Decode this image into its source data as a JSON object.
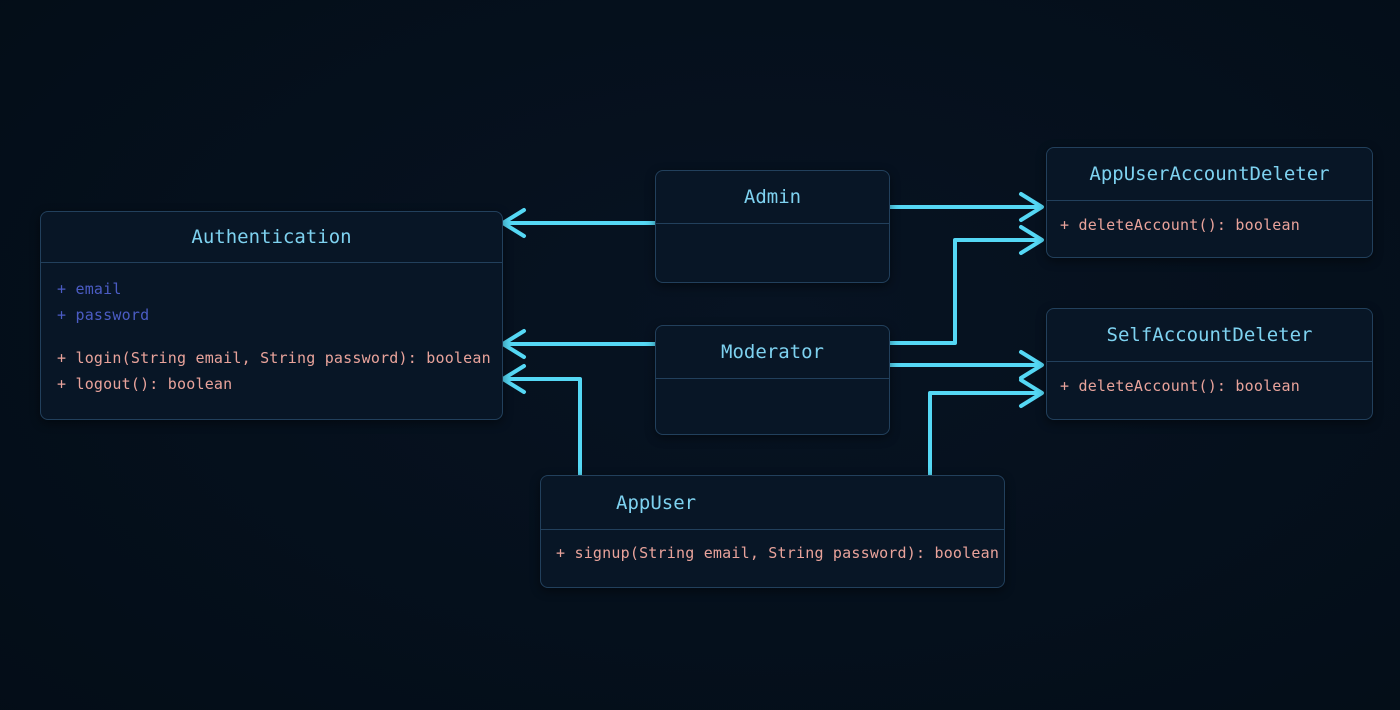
{
  "diagram_type": "uml-class-diagram",
  "colors": {
    "background": "#040e19",
    "box_fill": "#081626",
    "box_border": "#22405c",
    "title_text": "#7ed2f0",
    "attribute_text": "#4b5cc4",
    "method_text": "#e9a39b",
    "arrow": "#55d8f5"
  },
  "classes": [
    {
      "name": "Authentication",
      "attributes": [
        "+ email",
        "+ password"
      ],
      "methods": [
        "+ login(String email, String password): boolean",
        "+ logout(): boolean"
      ]
    },
    {
      "name": "Admin",
      "attributes": [],
      "methods": []
    },
    {
      "name": "Moderator",
      "attributes": [],
      "methods": []
    },
    {
      "name": "AppUser",
      "attributes": [],
      "methods": [
        "+ signup(String email, String password): boolean"
      ]
    },
    {
      "name": "AppUserAccountDeleter",
      "attributes": [],
      "methods": [
        "+ deleteAccount(): boolean"
      ]
    },
    {
      "name": "SelfAccountDeleter",
      "attributes": [],
      "methods": [
        "+ deleteAccount(): boolean"
      ]
    }
  ],
  "relations": [
    {
      "from": "Admin",
      "to": "Authentication",
      "arrowhead": "open"
    },
    {
      "from": "Moderator",
      "to": "Authentication",
      "arrowhead": "open"
    },
    {
      "from": "AppUser",
      "to": "Authentication",
      "arrowhead": "open"
    },
    {
      "from": "Admin",
      "to": "AppUserAccountDeleter",
      "arrowhead": "open"
    },
    {
      "from": "Moderator",
      "to": "AppUserAccountDeleter",
      "arrowhead": "open"
    },
    {
      "from": "Moderator",
      "to": "SelfAccountDeleter",
      "arrowhead": "open"
    },
    {
      "from": "AppUser",
      "to": "SelfAccountDeleter",
      "arrowhead": "open"
    }
  ]
}
